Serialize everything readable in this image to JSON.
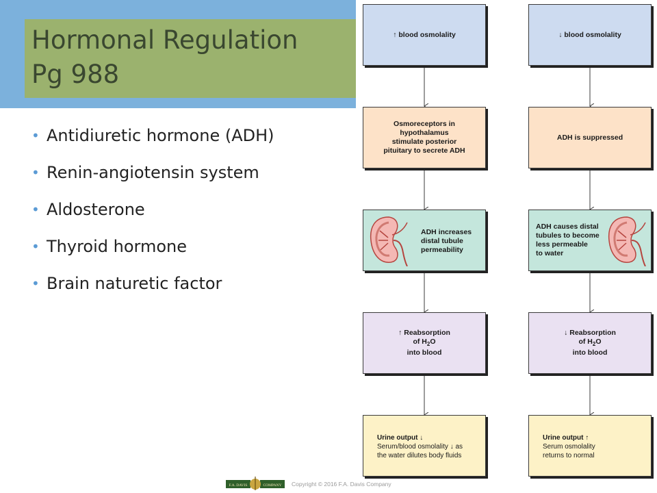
{
  "slide": {
    "title_line1": "Hormonal Regulation",
    "title_line2": "Pg 988",
    "bullets": [
      "Antidiuretic hormone (ADH)",
      "Renin-angiotensin system",
      "Aldosterone",
      "Thyroid hormone",
      "Brain naturetic factor"
    ]
  },
  "flowchart": {
    "left": {
      "box1": "↑ blood osmolality",
      "box2": [
        "Osmoreceptors in",
        "hypothalamus",
        "stimulate posterior",
        "pituitary to secrete ADH"
      ],
      "box3": [
        "ADH increases",
        "distal tubule",
        "permeability"
      ],
      "box4": {
        "line1": "↑ Reabsorption",
        "line2_pre": "of H",
        "line2_sub": "2",
        "line2_post": "O",
        "line3": "into blood"
      },
      "box5": [
        "Urine output ↓",
        "Serum/blood osmolality ↓ as",
        "the water dilutes body fluids"
      ]
    },
    "right": {
      "box1": "↓ blood osmolality",
      "box2": "ADH is suppressed",
      "box3": [
        "ADH causes distal",
        "tubules to become",
        "less permeable",
        "to water"
      ],
      "box4": {
        "line1": "↓ Reabsorption",
        "line2_pre": "of H",
        "line2_sub": "2",
        "line2_post": "O",
        "line3": "into blood"
      },
      "box5": [
        "Urine output ↑",
        "Serum osmolality",
        "returns to normal"
      ]
    }
  },
  "footer": {
    "logo_left": "F.A. DAVIS",
    "logo_right": "COMPANY",
    "copyright": "Copyright © 2016 F.A. Davis Company"
  },
  "colors": {
    "top_band": "#7cb1dc",
    "title_box": "#9bb26e",
    "bullet": "#5b9bd5"
  }
}
